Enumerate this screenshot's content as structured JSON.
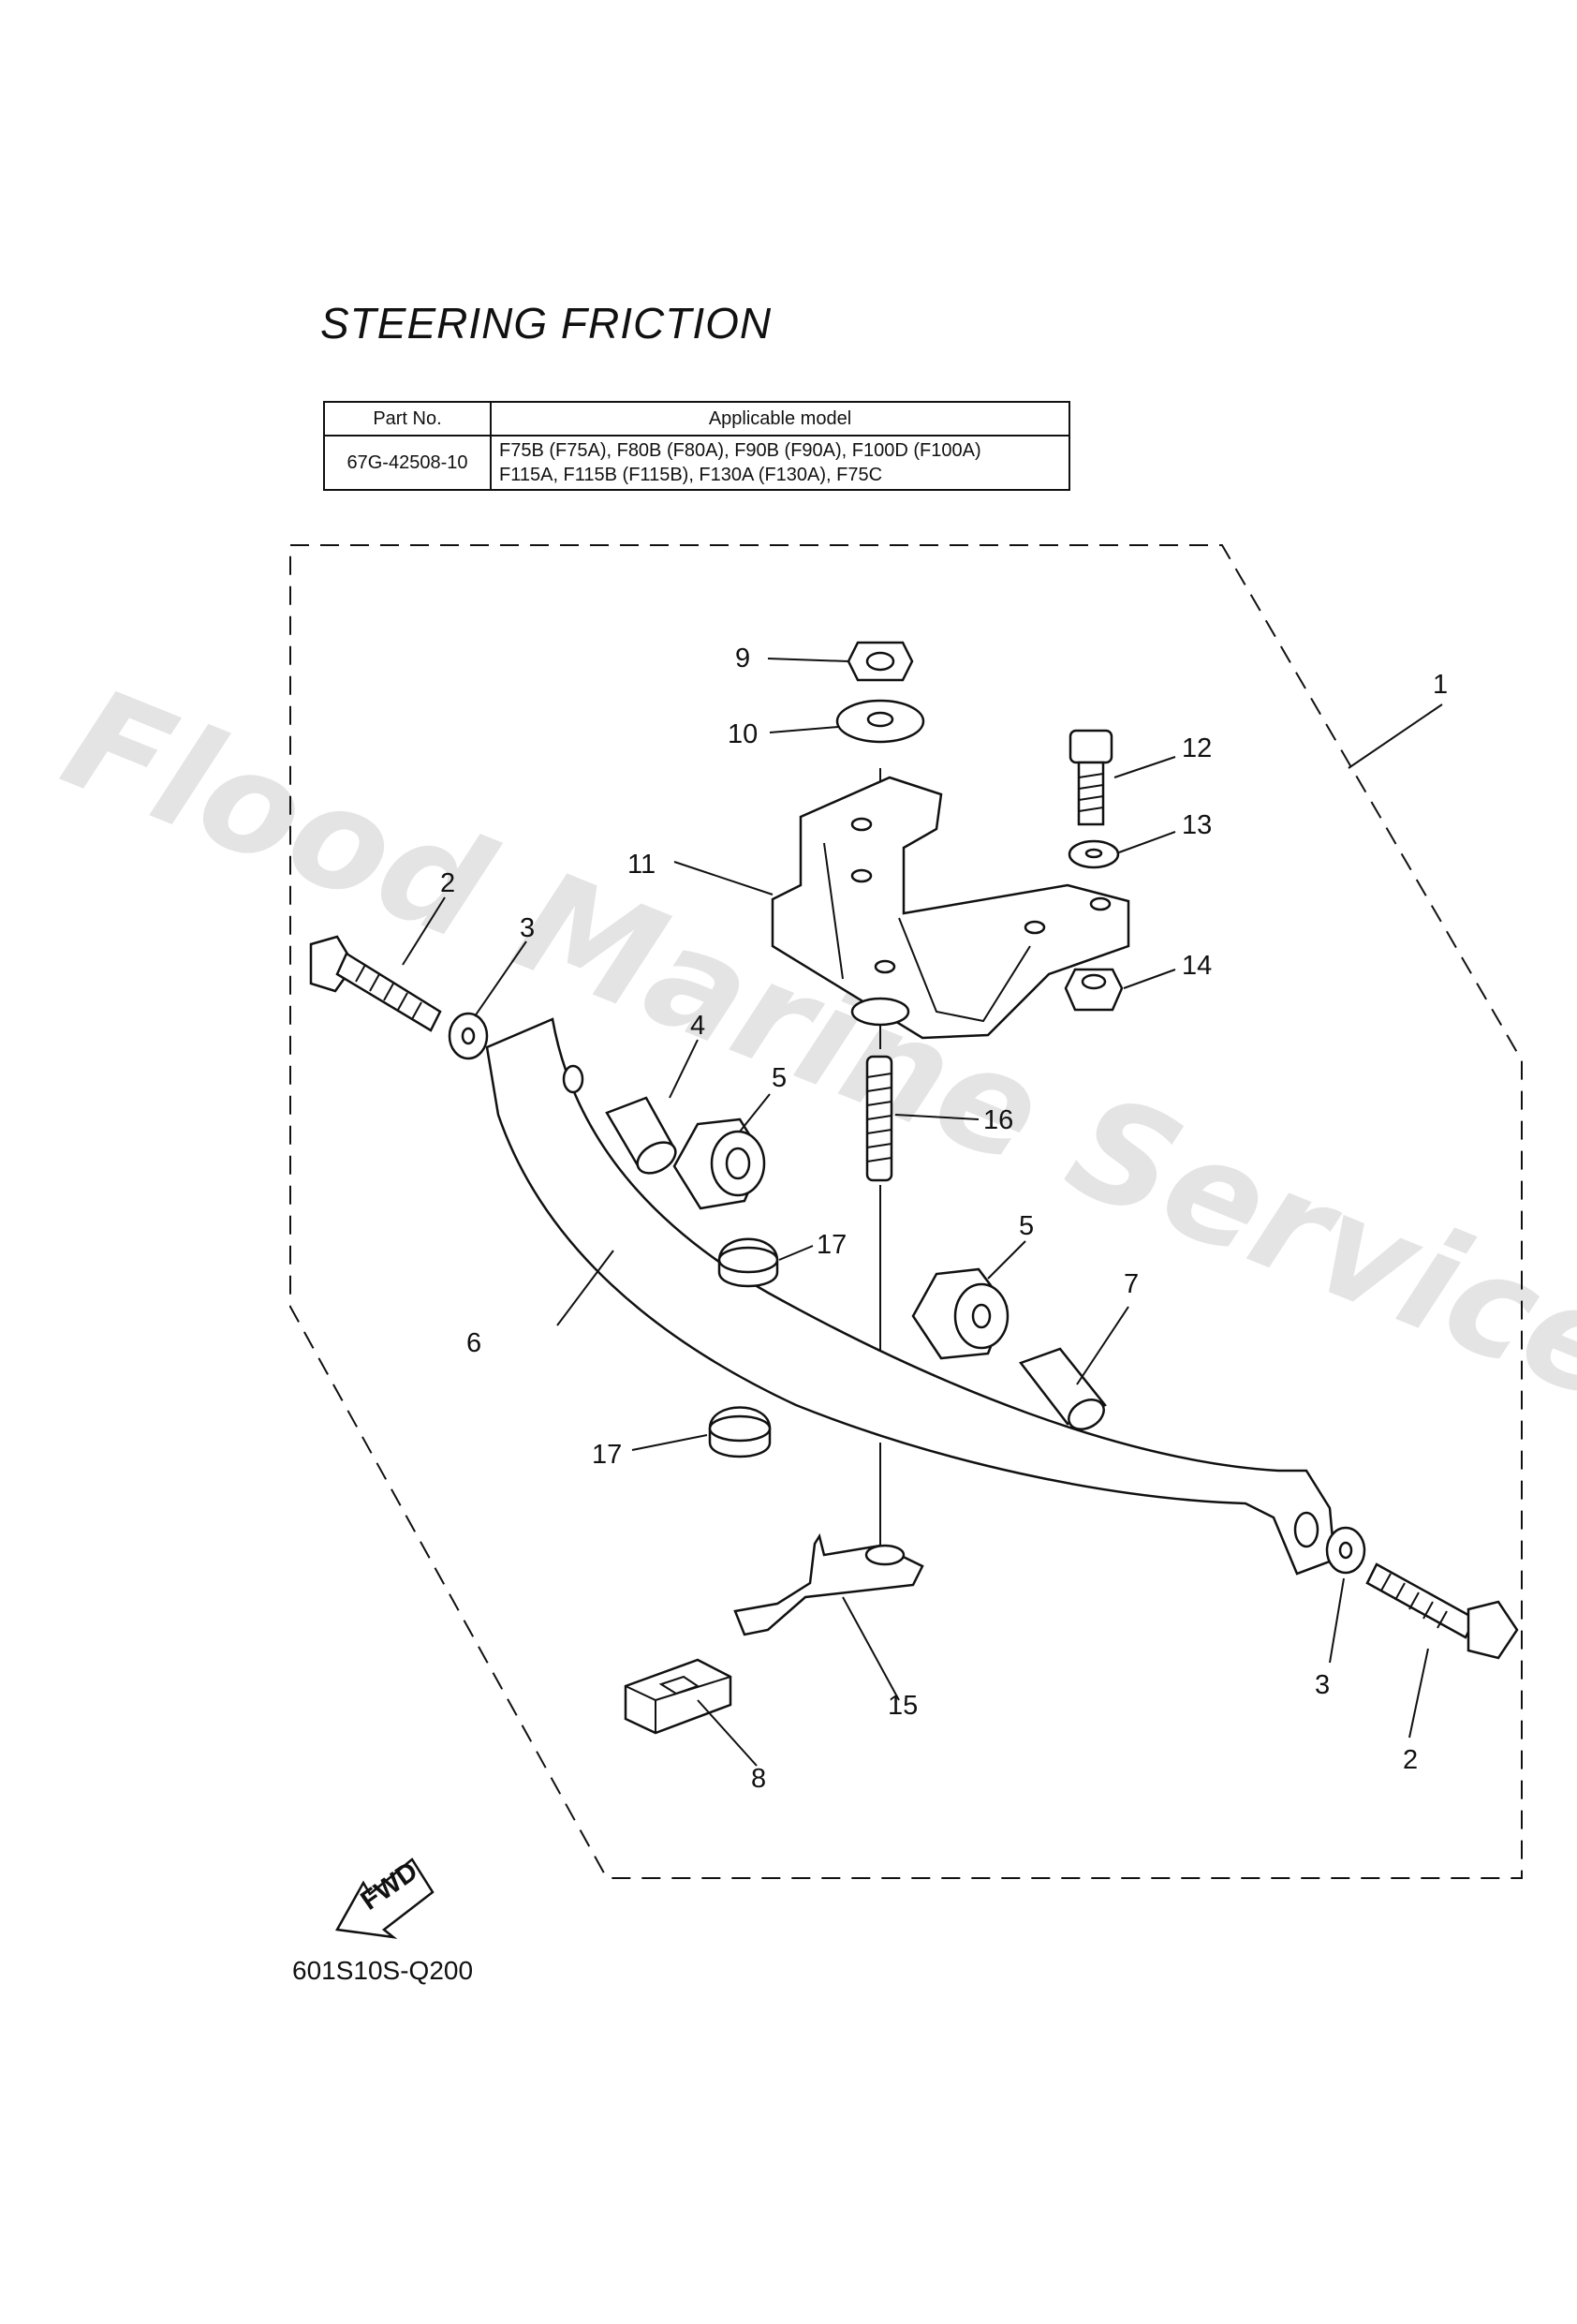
{
  "title": "STEERING FRICTION",
  "table": {
    "headers": [
      "Part No.",
      "Applicable model"
    ],
    "rows": [
      {
        "part_no": "67G-42508-10",
        "models_line1": "F75B (F75A), F80B (F80A), F90B (F90A), F100D (F100A)",
        "models_line2": "F115A, F115B (F115B), F130A (F130A), F75C"
      }
    ]
  },
  "watermark": "Flood Marine Services",
  "callouts": {
    "c1": "1",
    "c2a": "2",
    "c2b": "2",
    "c3a": "3",
    "c3b": "3",
    "c4": "4",
    "c5a": "5",
    "c5b": "5",
    "c6": "6",
    "c7": "7",
    "c8": "8",
    "c9": "9",
    "c10": "10",
    "c11": "11",
    "c12": "12",
    "c13": "13",
    "c14": "14",
    "c15": "15",
    "c16": "16",
    "c17a": "17",
    "c17b": "17"
  },
  "fwd_label": "FWD",
  "diagram_code": "601S10S-Q200"
}
